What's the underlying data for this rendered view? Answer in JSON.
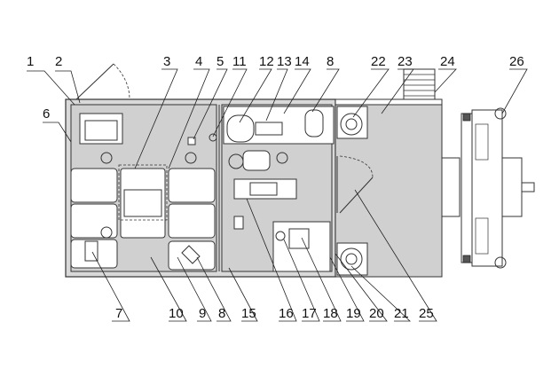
{
  "callouts": {
    "top": [
      "1",
      "2",
      "3",
      "4",
      "5",
      "11",
      "12",
      "13",
      "14",
      "8",
      "22",
      "23",
      "24",
      "26"
    ],
    "left": [
      "6"
    ],
    "bottom": [
      "7",
      "10",
      "9",
      "8",
      "15",
      "16",
      "17",
      "18",
      "19",
      "20",
      "21",
      "25"
    ]
  }
}
